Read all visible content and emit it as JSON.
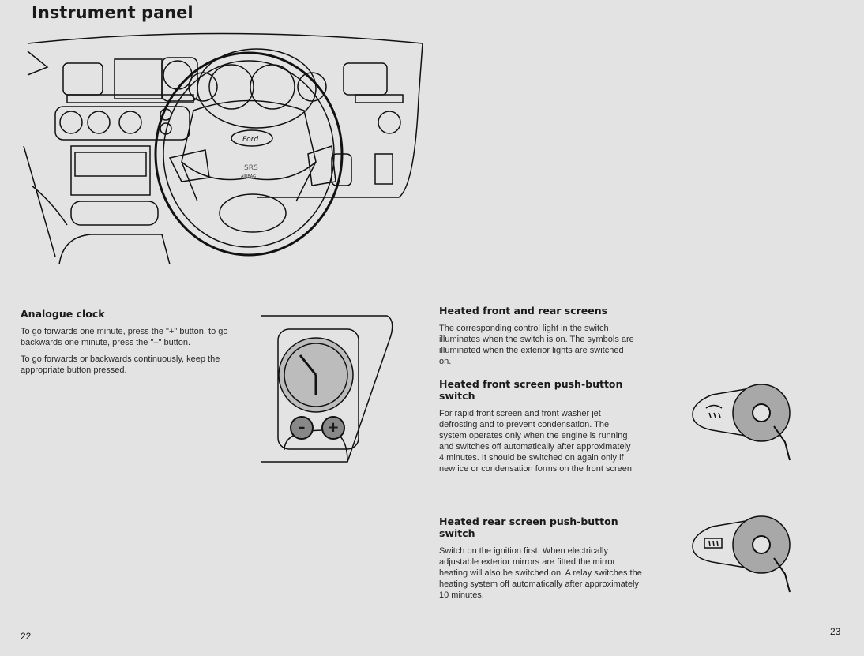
{
  "page_title": "Instrument panel",
  "illustration_lettering": {
    "logo": "Ford",
    "srs": "SRS",
    "airbag": "AIRBAG"
  },
  "sections": {
    "clock": {
      "heading": "Analogue clock",
      "paragraphs": [
        "To go forwards one minute, press the \"+\" button, to go backwards one minute, press the \"–\" button.",
        "To go forwards or backwards continuously, keep the appropriate button pressed."
      ],
      "minus": "–",
      "plus": "+"
    },
    "heated_screens": {
      "heading": "Heated front and rear screens",
      "paragraphs": [
        "The corresponding control light in the switch illuminates when the switch is on. The symbols are illuminated when the exterior lights are switched on."
      ]
    },
    "front_screen": {
      "heading": "Heated front screen push-button switch",
      "paragraphs": [
        "For rapid front screen and front washer jet defrosting and to prevent condensation. The system operates only when the engine is running and switches off automatically after approximately 4 minutes. It should be switched on again only if new ice or condensation forms on the front screen."
      ]
    },
    "rear_screen": {
      "heading": "Heated rear screen push-button switch",
      "paragraphs": [
        "Switch on the ignition first. When electrically adjustable exterior mirrors are fitted the mirror heating will also be switched on. A relay switches the heating system off automatically after approximately 10 minutes."
      ]
    }
  },
  "page_numbers": {
    "left": "22",
    "right": "23"
  }
}
